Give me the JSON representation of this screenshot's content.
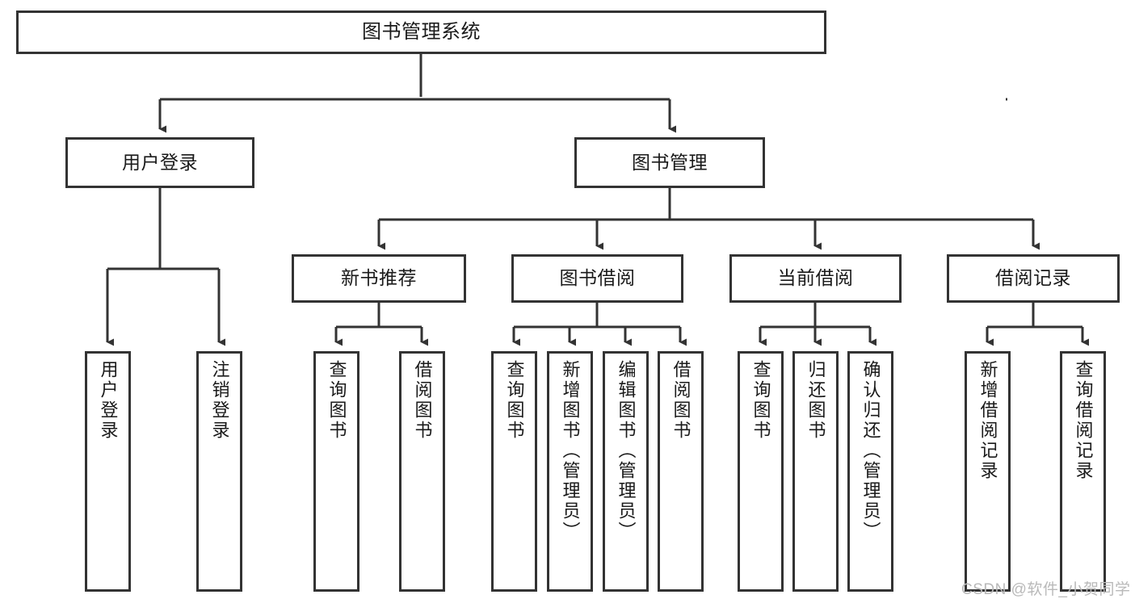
{
  "diagram": {
    "type": "tree-hierarchy",
    "title": "图书管理系统",
    "watermark": "CSDN @软件_小贺同学",
    "colors": {
      "stroke": "#333333",
      "fill": "#ffffff",
      "text": "#1a1a1a",
      "watermark": "#b9b9b9"
    },
    "nodes": {
      "root": {
        "label": "图书管理系统"
      },
      "level2": [
        {
          "id": "user-login",
          "label": "用户登录"
        },
        {
          "id": "book-manage",
          "label": "图书管理"
        }
      ],
      "level3": [
        {
          "id": "new-book-rec",
          "label": "新书推荐"
        },
        {
          "id": "book-borrow",
          "label": "图书借阅"
        },
        {
          "id": "current-borrow",
          "label": "当前借阅"
        },
        {
          "id": "borrow-record",
          "label": "借阅记录"
        }
      ],
      "leaves": {
        "user-login": [
          {
            "id": "leaf-user-login",
            "label": "用户登录"
          },
          {
            "id": "leaf-logout",
            "label": "注销登录"
          }
        ],
        "new-book-rec": [
          {
            "id": "leaf-query-book-1",
            "label": "查询图书"
          },
          {
            "id": "leaf-borrow-book-1",
            "label": "借阅图书"
          }
        ],
        "book-borrow": [
          {
            "id": "leaf-query-book-2",
            "label": "查询图书"
          },
          {
            "id": "leaf-add-book",
            "label": "新增图书（管理员）"
          },
          {
            "id": "leaf-edit-book",
            "label": "编辑图书（管理员）"
          },
          {
            "id": "leaf-borrow-book-2",
            "label": "借阅图书"
          }
        ],
        "current-borrow": [
          {
            "id": "leaf-query-book-3",
            "label": "查询图书"
          },
          {
            "id": "leaf-return-book",
            "label": "归还图书"
          },
          {
            "id": "leaf-confirm-return",
            "label": "确认归还（管理员）"
          }
        ],
        "borrow-record": [
          {
            "id": "leaf-add-record",
            "label": "新增借阅记录"
          },
          {
            "id": "leaf-query-record",
            "label": "查询借阅记录"
          }
        ]
      }
    }
  }
}
